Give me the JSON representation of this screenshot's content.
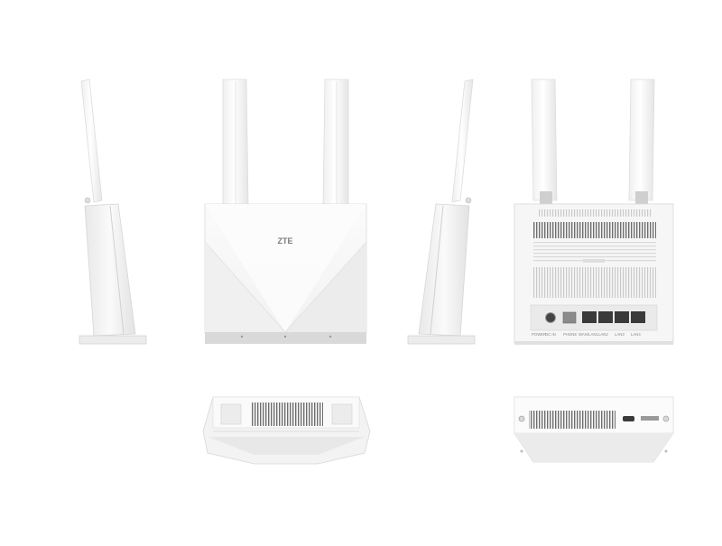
{
  "brand": {
    "logo_text": "ZTE"
  },
  "ports": {
    "power": "POWER",
    "dc_in": "DC IN",
    "phone": "PHONE",
    "wan_lan": "WAN/LAN1",
    "lan2": "LAN2",
    "lan3": "LAN3",
    "lan4": "LAN4"
  },
  "colors": {
    "background": "#ffffff",
    "body": "#f7f7f7",
    "edge": "#d9d9d9",
    "shadow": "#e3e3e3",
    "vent": "#7a7a7a",
    "port_dark": "#3a3a3a"
  }
}
